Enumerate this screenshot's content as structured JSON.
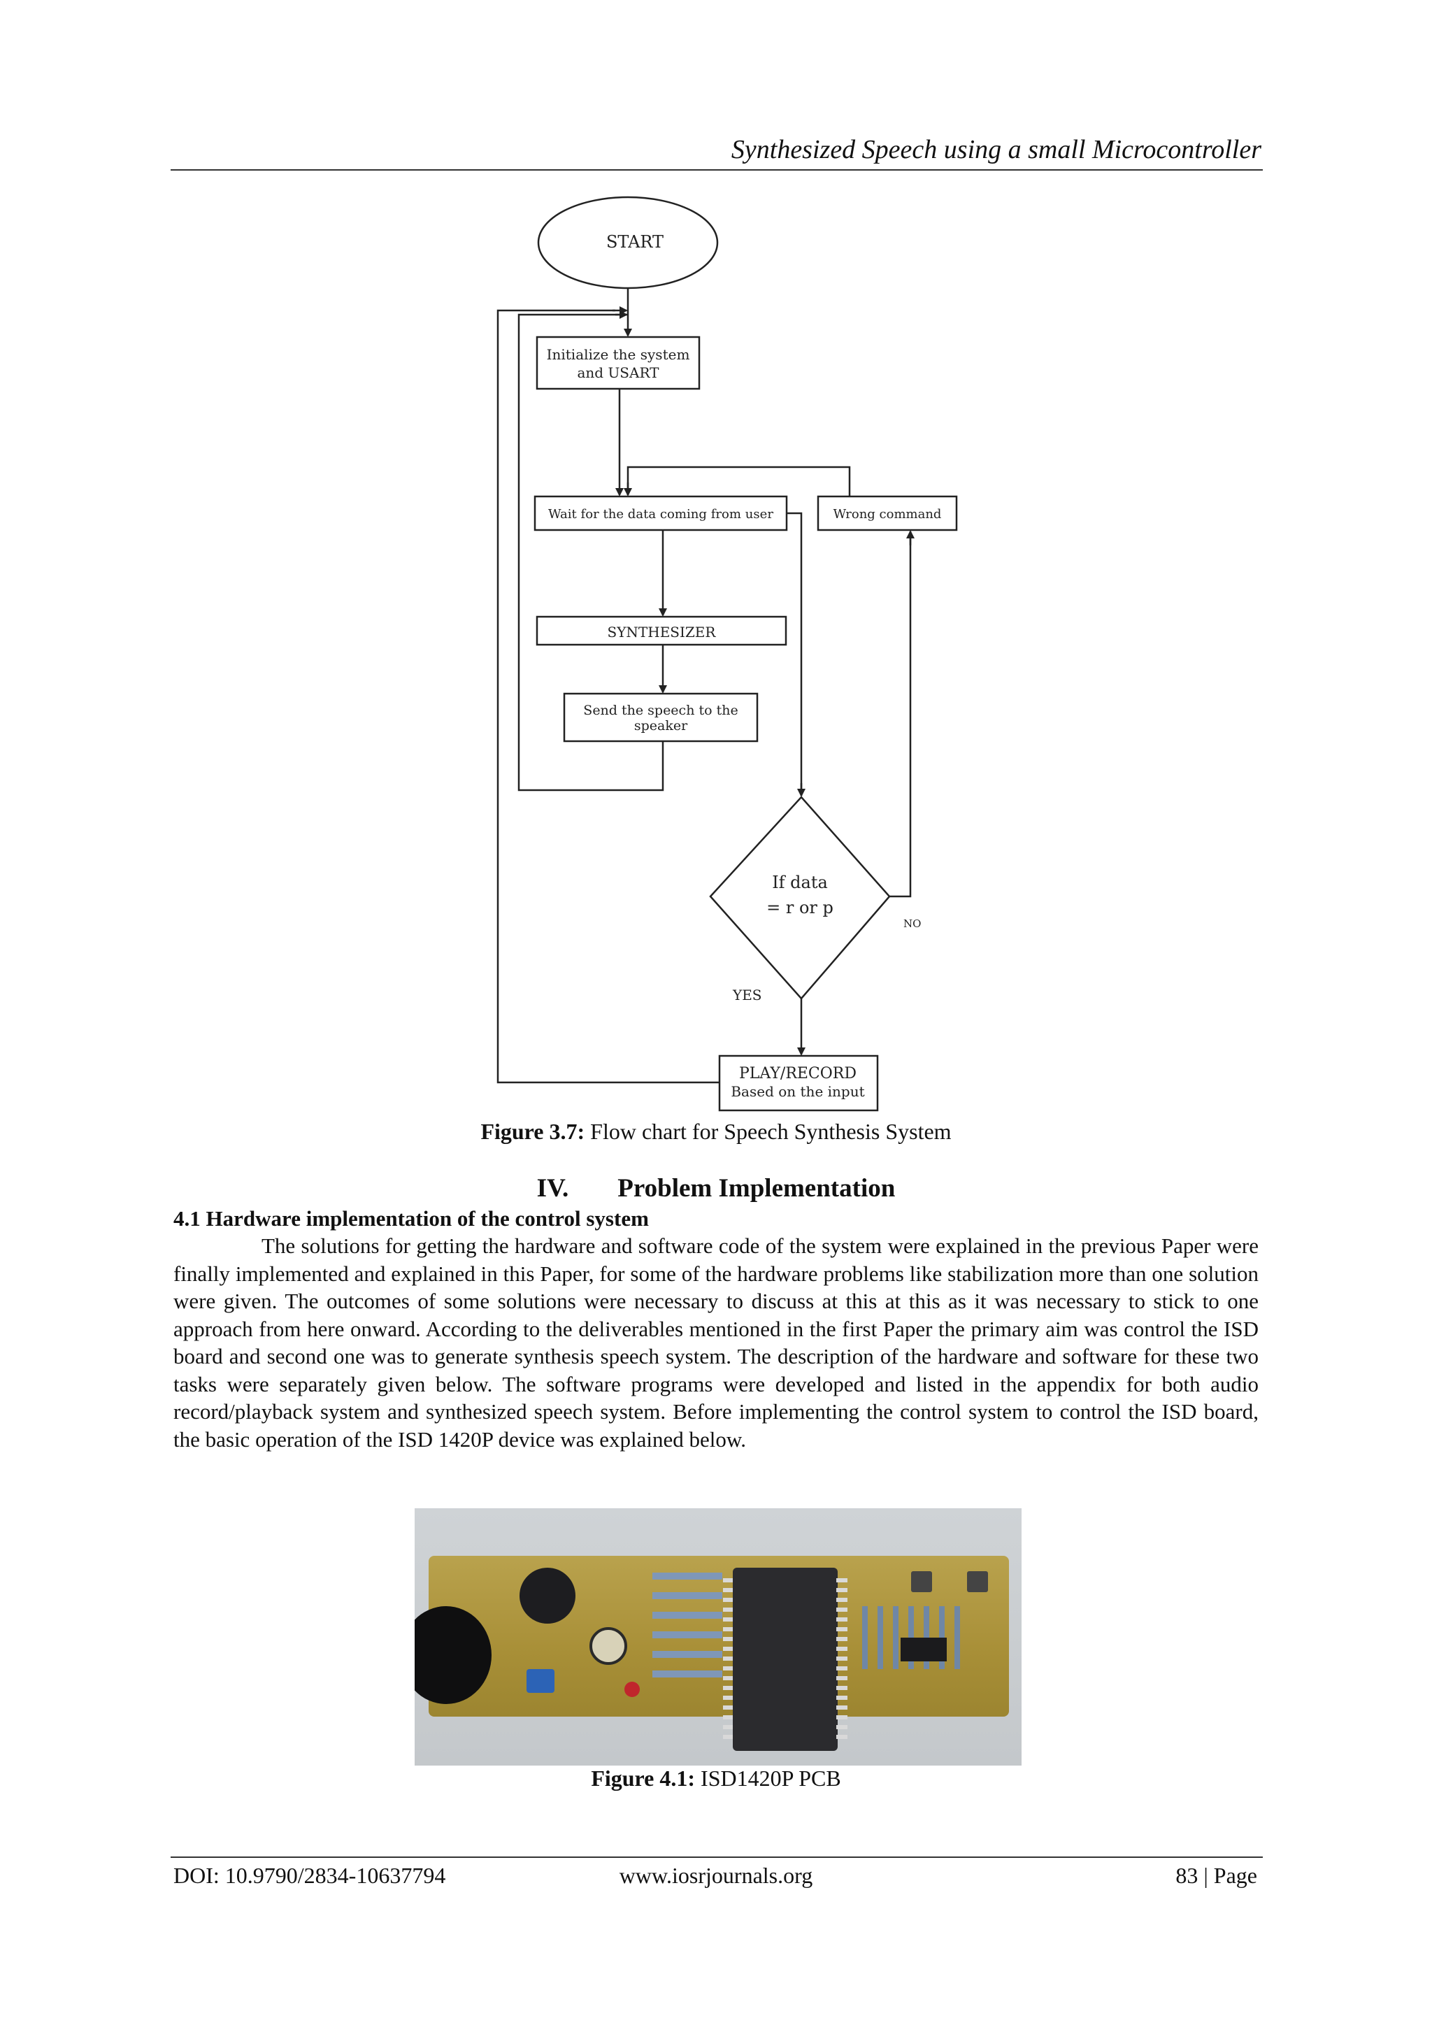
{
  "header": {
    "title": "Synthesized Speech using a small Microcontroller"
  },
  "flowchart": {
    "start": "START",
    "init_line1": "Initialize the system",
    "init_line2": "and USART",
    "wait": "Wait for the data coming from user",
    "wrong": "Wrong command",
    "synth": "SYNTHESIZER",
    "send_line1": "Send the speech to the",
    "send_line2": "speaker",
    "decision_line1": "If data",
    "decision_line2": "= r or p",
    "no": "NO",
    "yes": "YES",
    "play_line1": "PLAY/RECORD",
    "play_line2": "Based on the input"
  },
  "figure1": {
    "label": "Figure 3.7:",
    "text": "Flow chart for Speech Synthesis System"
  },
  "section": {
    "number": "IV.",
    "title": "Problem Implementation"
  },
  "subsection": {
    "title": "4.1 Hardware implementation of the control system"
  },
  "paragraph": "The solutions for getting the hardware and software code of the system were explained in the previous Paper were finally implemented and explained in this Paper, for some of the hardware problems like stabilization more than one solution were given. The outcomes of some solutions were necessary to discuss at this at this as it was necessary to stick to one approach from here onward. According to the deliverables mentioned in the first Paper the primary aim was control the ISD board and second one was to generate synthesis speech system. The description of the hardware and software for these two tasks were separately given below. The software programs were developed and listed in the appendix for both audio record/playback system and synthesized speech system. Before implementing the control system to control the ISD board, the basic operation of the ISD 1420P device was explained below.",
  "figure2": {
    "label": "Figure 4.1:",
    "text": "ISD1420P PCB"
  },
  "footer": {
    "doi": "DOI: 10.9790/2834-10637794",
    "site": "www.iosrjournals.org",
    "page": "83 | Page"
  }
}
